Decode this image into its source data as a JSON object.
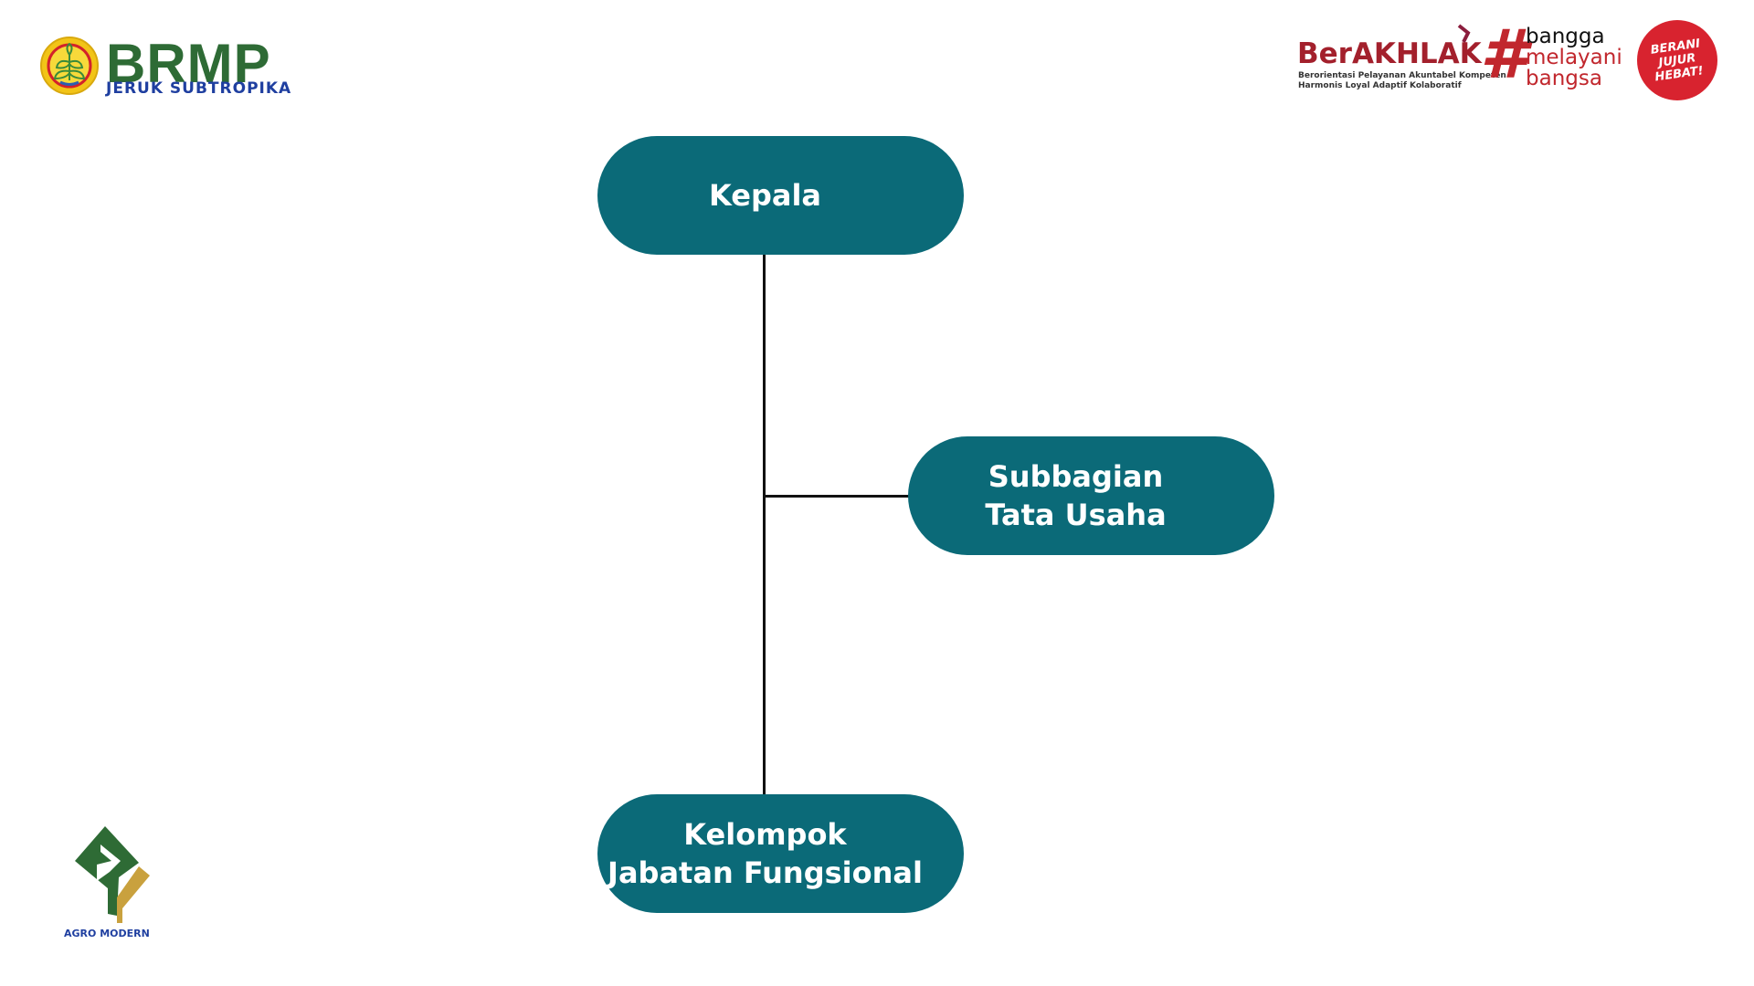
{
  "header": {
    "brmp_logo": {
      "title": "BRMP",
      "subtitle": "JERUK SUBTROPIKA"
    },
    "berakhlak_logo": {
      "title": "BerAKHLAK",
      "tagline_line1": "Berorientasi Pelayanan Akuntabel Kompeten",
      "tagline_line2": "Harmonis Loyal Adaptif Kolaboratif"
    },
    "bangga_logo": {
      "hash": "#",
      "line1": "bangga",
      "line2": "melayani",
      "line3": "bangsa"
    },
    "berani_badge": {
      "text": "BERANI JUJUR HEBAT!"
    }
  },
  "org_chart": {
    "head": {
      "label": "Kepala"
    },
    "staff_unit": {
      "line1": "Subbagian",
      "line2": "Tata Usaha"
    },
    "functional_group": {
      "line1": "Kelompok",
      "line2": "Jabatan Fungsional"
    }
  },
  "footer": {
    "agro_logo": {
      "label": "AGRO MODERN"
    }
  },
  "colors": {
    "node": "#0b6a78",
    "brmp_green": "#2e6b35",
    "brmp_blue": "#1f3fa0",
    "red": "#d8232f"
  }
}
